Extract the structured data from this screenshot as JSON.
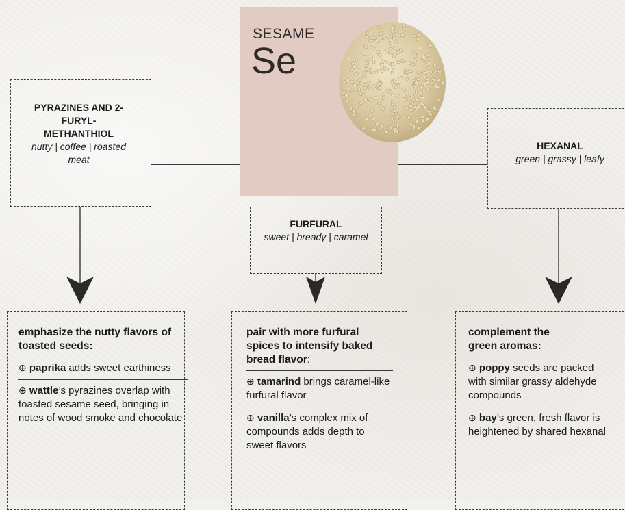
{
  "ingredient": {
    "name": "SESAME",
    "symbol": "Se"
  },
  "compounds": [
    {
      "name": "PYRAZINES AND 2-FURYL-METHANTHIOL",
      "notes": "nutty | coffee | roasted meat"
    },
    {
      "name": "FURFURAL",
      "notes": "sweet | bready | caramel"
    },
    {
      "name": "HEXANAL",
      "notes": "green | grassy | leafy"
    }
  ],
  "tips": [
    {
      "title": "emphasize the nutty flavors of toasted seeds:",
      "items": [
        {
          "spice": "paprika",
          "text": " adds sweet earthiness"
        },
        {
          "spice": "wattle",
          "text": "’s pyrazines overlap with toasted sesame seed, bringing in notes of wood smoke and chocolate"
        }
      ]
    },
    {
      "title_bold": "pair with more furfural spices to intensify baked bread flavor",
      "title_tail": ":",
      "items": [
        {
          "spice": "tamarind",
          "text": " brings caramel-like furfural flavor"
        },
        {
          "spice": "vanilla",
          "text": "’s complex mix of compounds adds depth to sweet flavors"
        }
      ]
    },
    {
      "title": "complement the green aromas:",
      "items": [
        {
          "spice": "poppy",
          "text": " seeds are packed with similar grassy aldehyde compounds"
        },
        {
          "spice": "bay",
          "text": "’s green, fresh flavor is heightened by shared hexanal"
        }
      ]
    }
  ],
  "plus_symbol": "⊕",
  "colors": {
    "tile": "#e1cbc2",
    "seed": "#d9c9a5",
    "line": "#3a3a3a"
  }
}
